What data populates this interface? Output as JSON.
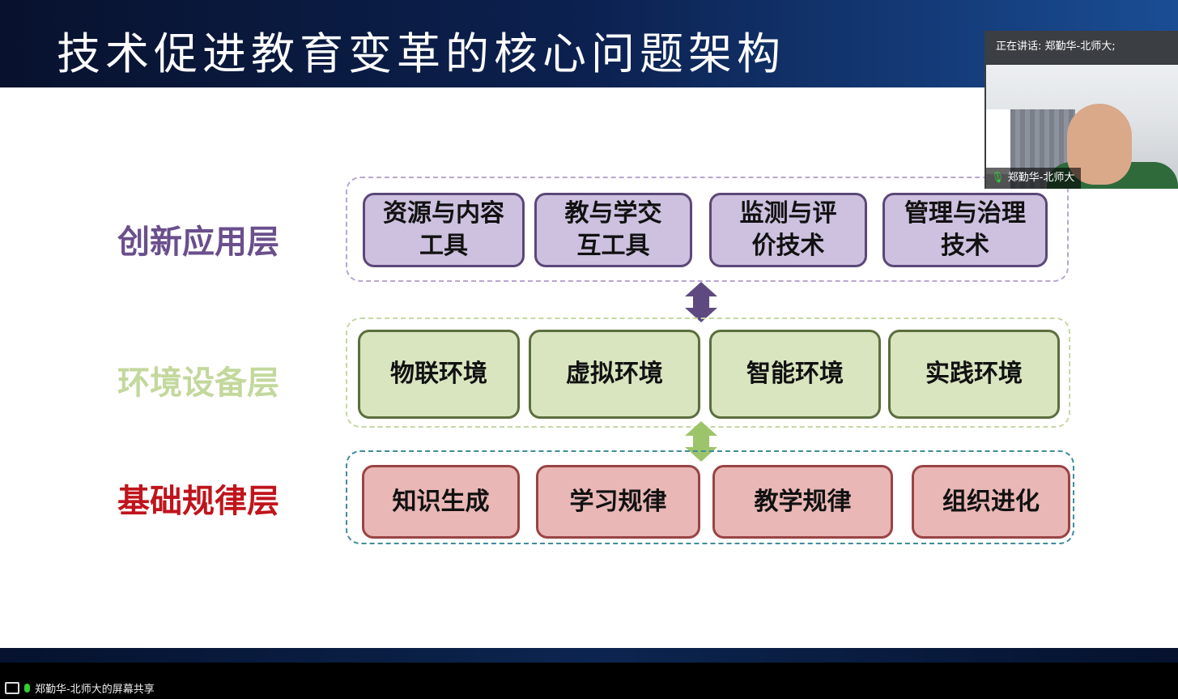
{
  "slide": {
    "title": "技术促进教育变革的核心问题架构",
    "layers": [
      {
        "label": "创新应用层",
        "items": [
          "资源与内容工具",
          "教与学交互工具",
          "监测与评价技术",
          "管理与治理技术"
        ]
      },
      {
        "label": "环境设备层",
        "items": [
          "物联环境",
          "虚拟环境",
          "智能环境",
          "实践环境"
        ]
      },
      {
        "label": "基础规律层",
        "items": [
          "知识生成",
          "学习规律",
          "教学规律",
          "组织进化"
        ]
      }
    ]
  },
  "video": {
    "speaking": "正在讲话: 郑勤华-北师大;",
    "name": "郑勤华-北师大"
  },
  "status": {
    "share_text": "郑勤华-北师大的屏幕共享"
  },
  "colors": {
    "purple": "#6a4f8c",
    "green": "#c3d89c",
    "red": "#c0141c"
  }
}
